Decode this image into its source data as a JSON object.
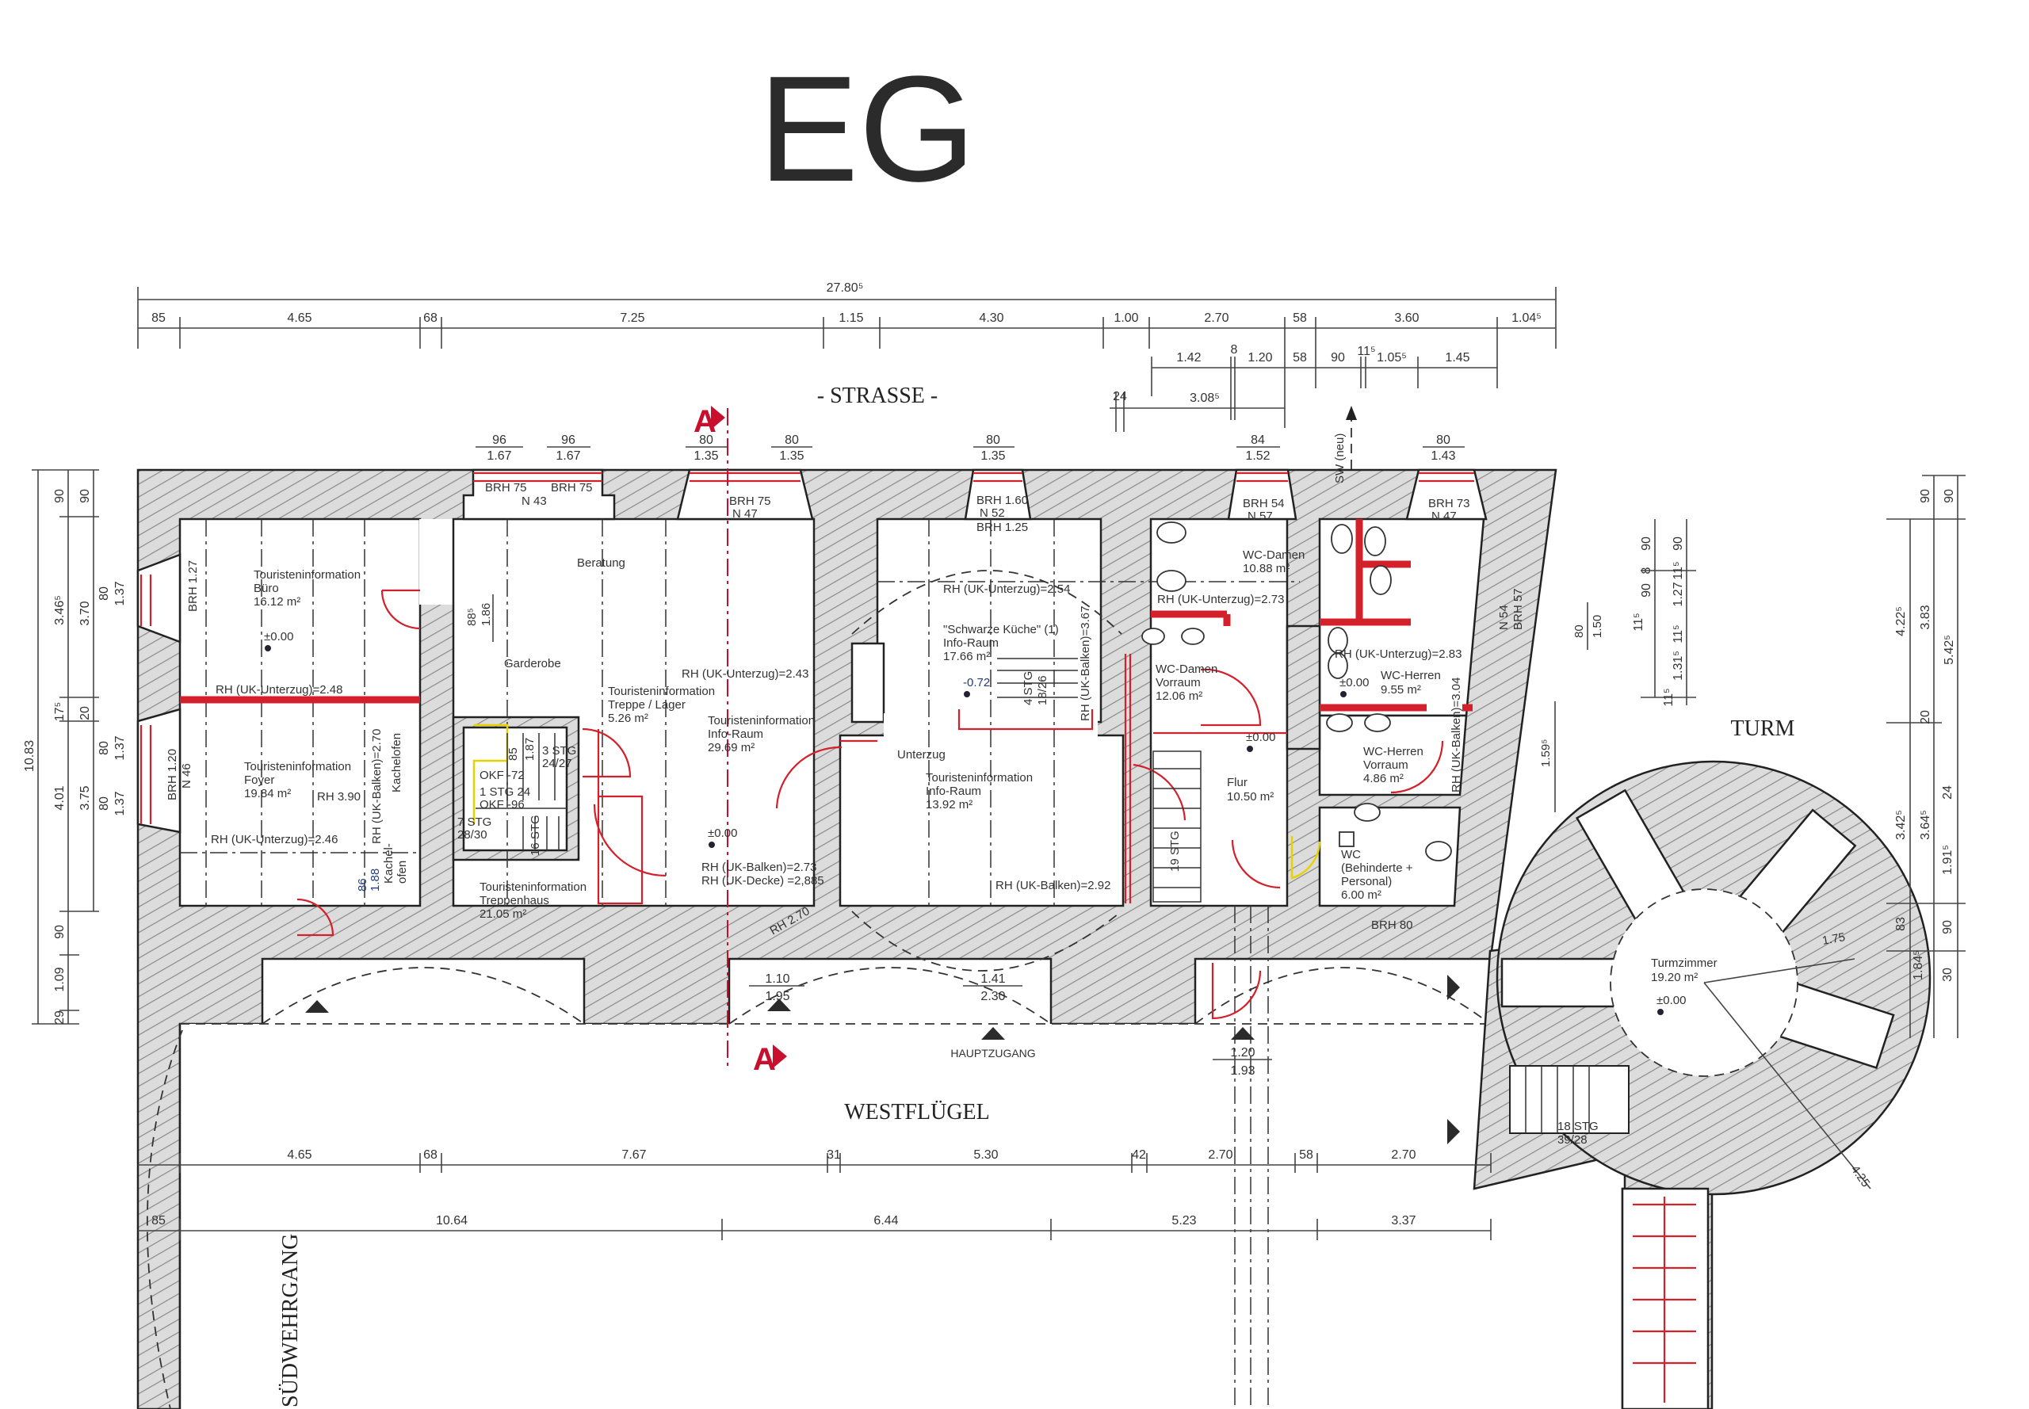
{
  "title": "EG",
  "labels": {
    "street": "- STRASSE -",
    "westfluegel": "WESTFLÜGEL",
    "turm": "TURM",
    "suedwehrgang": "SÜDWEHRGANG",
    "hauptzugang": "HAUPTZUGANG",
    "section_mark": "A",
    "sw_neu": "SW (neu)",
    "beratung": "Beratung",
    "garderobe": "Garderobe",
    "kachelofen": "Kachelofen",
    "kachel_ofen_1": "Kachel-",
    "kachel_ofen_2": "ofen",
    "unterzug": "Unterzug"
  },
  "colors": {
    "wall_hatch": "#d9d9d9",
    "red_new": "#d4202a",
    "yellow_mark": "#e6d200",
    "section": "#c8102e"
  },
  "dims_top": {
    "overall": "27.80⁵",
    "row1": [
      "85",
      "4.65",
      "68",
      "7.25",
      "1.15",
      "4.30",
      "1.00",
      "2.70",
      "58",
      "3.60",
      "1.04⁵"
    ],
    "row2": [
      "1.42",
      "8",
      "1.20",
      "58",
      "90",
      "11⁵",
      "1.05⁵",
      "1.45"
    ],
    "row3": [
      "24",
      "3.08⁵"
    ]
  },
  "windows": [
    {
      "w": "96",
      "h": "1.67"
    },
    {
      "w": "96",
      "h": "1.67"
    },
    {
      "w": "80",
      "h": "1.35"
    },
    {
      "w": "80",
      "h": "1.35"
    },
    {
      "w": "80",
      "h": "1.35"
    },
    {
      "w": "84",
      "h": "1.52"
    },
    {
      "w": "80",
      "h": "1.43"
    }
  ],
  "sills": [
    "BRH 75",
    "BRH 75",
    "N 43",
    "BRH 75",
    "N 47",
    "BRH 1.60",
    "N 52",
    "BRH 1.25",
    "BRH 54",
    "N 57",
    "BRH 73",
    "N 47",
    "BRH 1.27",
    "BRH 1.20",
    "N 46",
    "N 54",
    "BRH 57",
    "BRH 80"
  ],
  "rooms": {
    "buero": {
      "lines": [
        "Touristeninformation",
        "Büro",
        "16.12 m²"
      ]
    },
    "foyer": {
      "lines": [
        "Touristeninformation",
        "Foyer",
        "19.84 m²"
      ]
    },
    "treppe_lager": {
      "lines": [
        "Touristeninformation",
        "Treppe / Lager",
        "5.26 m²"
      ]
    },
    "info_raum_1": {
      "lines": [
        "Touristeninformation",
        "Info-Raum",
        "29.69 m²"
      ]
    },
    "treppenhaus": {
      "lines": [
        "Touristeninformation",
        "Treppenhaus",
        "21.05 m²"
      ]
    },
    "schwarze_kueche": {
      "lines": [
        "\"Schwarze Küche\" (1)",
        "Info-Raum",
        "17.66 m²"
      ]
    },
    "info_raum_2": {
      "lines": [
        "Touristeninformation",
        "Info-Raum",
        "13.92 m²"
      ]
    },
    "wc_damen": {
      "lines": [
        "WC-Damen",
        "10.88 m²"
      ]
    },
    "wc_damen_vorraum": {
      "lines": [
        "WC-Damen",
        "Vorraum",
        "12.06 m²"
      ]
    },
    "flur": {
      "lines": [
        "Flur",
        "10.50 m²"
      ]
    },
    "wc_herren": {
      "lines": [
        "WC-Herren",
        "9.55 m²"
      ]
    },
    "wc_herren_vorraum": {
      "lines": [
        "WC-Herren",
        "Vorraum",
        "4.86 m²"
      ]
    },
    "wc_behinderte": {
      "lines": [
        "WC",
        "(Behinderte +",
        "Personal)",
        "6.00 m²"
      ]
    },
    "turmzimmer": {
      "lines": [
        "Turmzimmer",
        "19.20 m²"
      ]
    }
  },
  "heights": [
    "RH (UK-Unterzug)=2.48",
    "RH (UK-Unterzug)=2.46",
    "RH 3.90",
    "RH (UK-Balken)=2.70",
    "RH (UK-Unterzug)=2.43",
    "RH (UK-Balken)=2.73",
    "RH (UK-Decke) =2,885",
    "RH 2.70",
    "RH (UK-Unterzug)=2.54",
    "RH (UK-Balken)=3.67",
    "RH (UK-Balken)=2.92",
    "RH (UK-Unterzug)=2.73",
    "RH (UK-Unterzug)=2.83",
    "RH (UK-Balken)=3.04"
  ],
  "levels": [
    "±0.00",
    "±0.00",
    "-0.72",
    "±0.00",
    "±0.00",
    "±0.00"
  ],
  "stairs": [
    "3 STG",
    "24/27",
    "OKF -72",
    "1 STG 24",
    "OKF -96",
    "7 STG",
    "28/30",
    "16 STG",
    "4 STG",
    "18/26",
    "19 STG",
    "18 STG",
    "39/28"
  ],
  "inner_dims": [
    "88⁵",
    "1.86",
    "1.87",
    "85",
    "86",
    "1.88",
    "1.10",
    "1.95",
    "1.41",
    "2.30",
    "1.20",
    "1.93",
    "1.75",
    "4.25",
    "1.59⁵",
    "80",
    "1.50"
  ],
  "dims_left": {
    "overall": "10.83",
    "col1": [
      "90",
      "3.46⁵",
      "17⁵",
      "4.01",
      "90",
      "1.09",
      "29"
    ],
    "col2": [
      "90",
      "3.70",
      "20",
      "3.75"
    ],
    "windows": [
      "80",
      "1.37",
      "80",
      "1.37",
      "80",
      "1.37"
    ]
  },
  "dims_right": {
    "colA": [
      "90",
      "8",
      "90",
      "11⁵"
    ],
    "colB": [
      "90",
      "11⁵",
      "1.27",
      "11⁵",
      "1.31⁵",
      "11⁵"
    ],
    "colC": [
      "4.22⁵",
      "3.42⁵",
      "83",
      "1.84⁵"
    ],
    "colD": [
      "90",
      "3.83",
      "20",
      "24",
      "3.64⁵",
      "1.91⁵",
      "90",
      "30"
    ],
    "colE": [
      "90",
      "5.42⁵"
    ]
  },
  "dims_bottom": {
    "row1": [
      "4.65",
      "68",
      "7.67",
      "31",
      "5.30",
      "42",
      "2.70",
      "58",
      "2.70"
    ],
    "row2": [
      "85",
      "10.64",
      "6.44",
      "5.23",
      "3.37"
    ]
  }
}
